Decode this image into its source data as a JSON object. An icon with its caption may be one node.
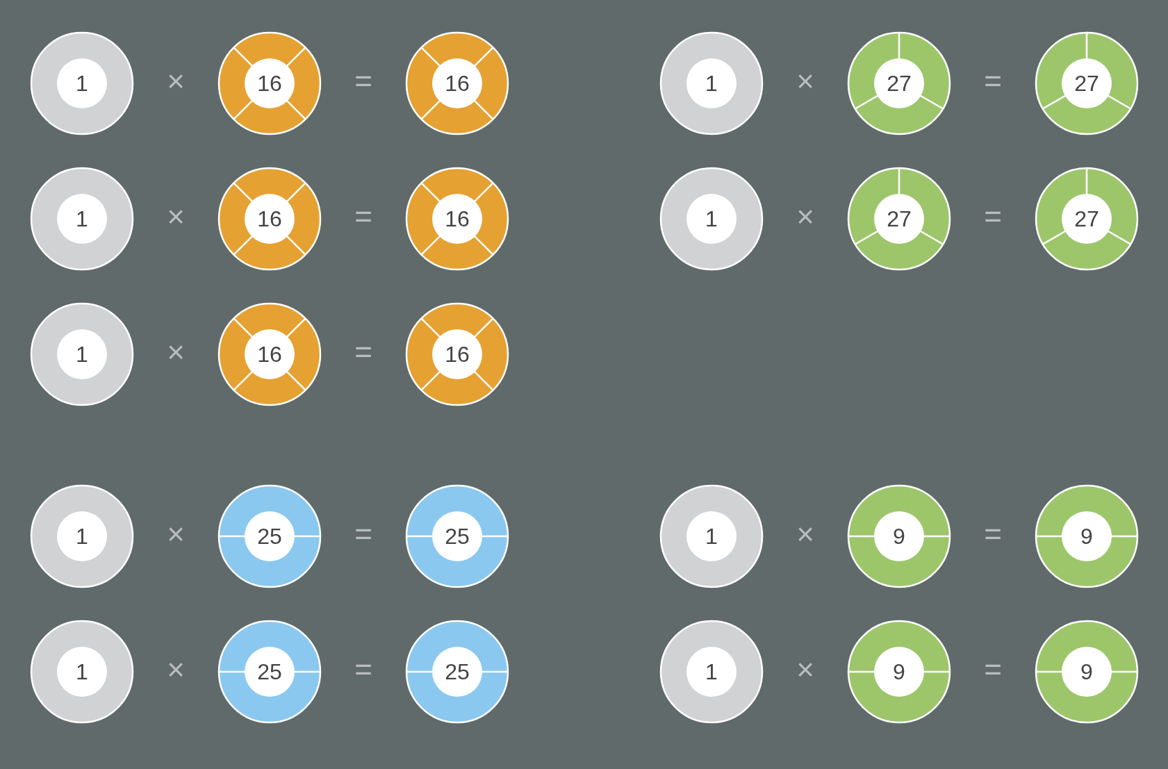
{
  "diagram": {
    "nodes": [
      {
        "text": [
          "1"
        ]
      },
      {
        "text": [
          "16"
        ]
      },
      {
        "text": [
          "16"
        ]
      },
      {
        "text": [
          "1"
        ]
      },
      {
        "text": [
          "27"
        ]
      },
      {
        "text": [
          "27"
        ]
      },
      {
        "text": [
          "1"
        ]
      },
      {
        "text": [
          "16"
        ]
      },
      {
        "text": [
          "16"
        ]
      },
      {
        "text": [
          "1"
        ]
      },
      {
        "text": [
          "27"
        ]
      },
      {
        "text": [
          "27"
        ]
      },
      {
        "text": [
          "1"
        ]
      },
      {
        "text": [
          "16"
        ]
      },
      {
        "text": [
          "16"
        ]
      },
      {
        "text": [
          "1"
        ]
      },
      {
        "text": [
          "25"
        ]
      },
      {
        "text": [
          "25"
        ]
      },
      {
        "text": [
          "1"
        ]
      },
      {
        "text": [
          "9"
        ]
      },
      {
        "text": [
          "9"
        ]
      },
      {
        "text": [
          "1"
        ]
      },
      {
        "text": [
          "25"
        ]
      },
      {
        "text": [
          "25"
        ]
      },
      {
        "text": [
          "1"
        ]
      },
      {
        "text": [
          "9"
        ]
      },
      {
        "text": [
          "9"
        ]
      }
    ],
    "labels": [
      "×",
      "=",
      "×",
      "=",
      "×",
      "=",
      "×",
      "=",
      "×",
      "=",
      "×",
      "=",
      "×",
      "=",
      "×",
      "=",
      "×",
      "="
    ]
  }
}
